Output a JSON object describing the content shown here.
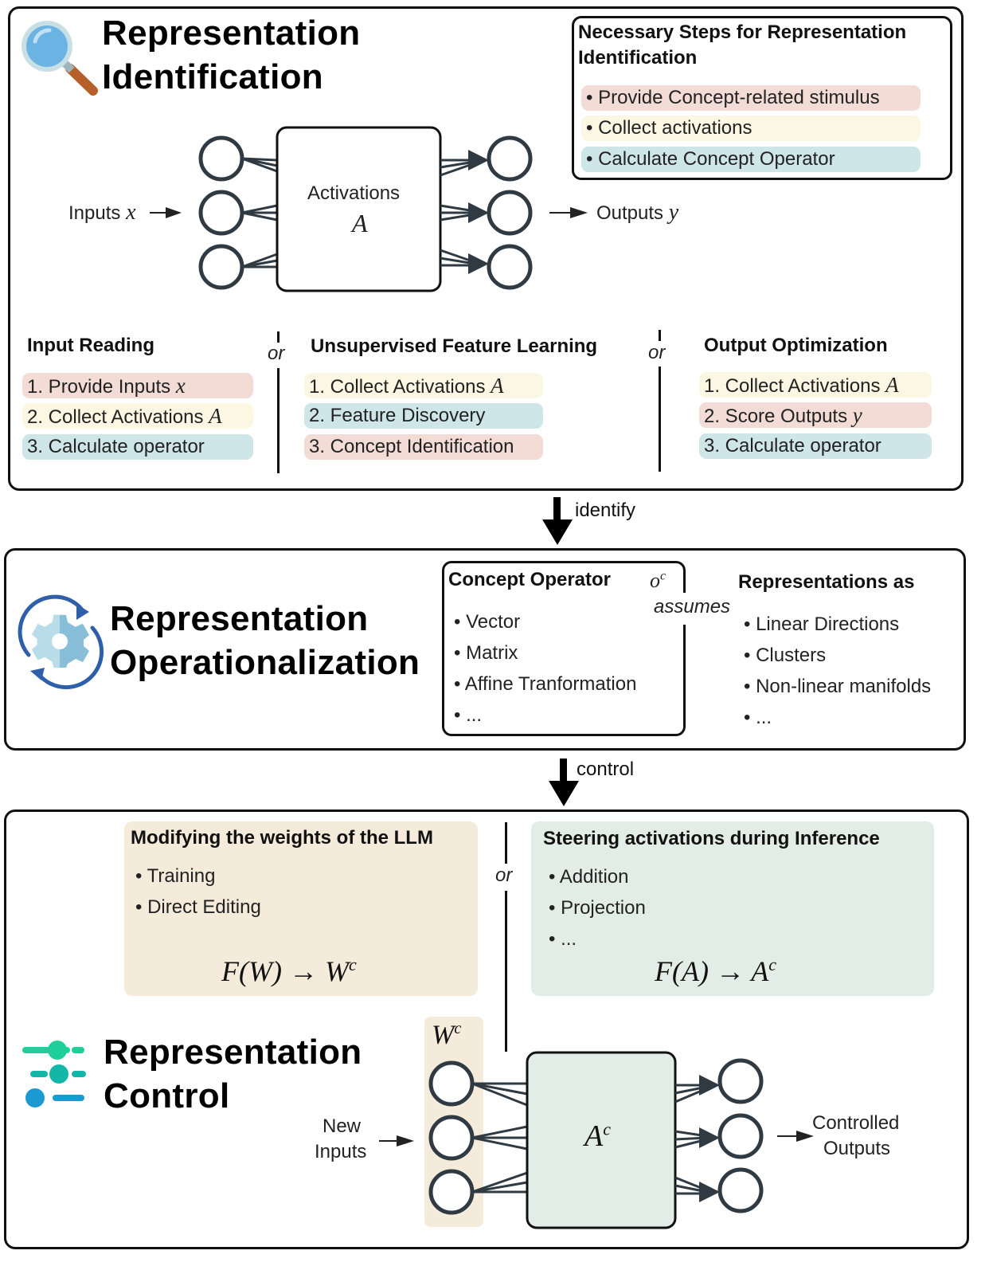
{
  "identification": {
    "title_line1": "Representation",
    "title_line2": "Identification",
    "icon": "magnifying-glass-icon",
    "network": {
      "inputs_label": "Inputs",
      "inputs_var": "x",
      "activations_label": "Activations",
      "activations_var": "A",
      "outputs_label": "Outputs",
      "outputs_var": "y"
    },
    "necessary_steps": {
      "title_line1": "Necessary Steps for Representation",
      "title_line2": "Identification",
      "items": [
        {
          "text": "• Provide Concept-related stimulus",
          "color": "#f4dcd6"
        },
        {
          "text": "• Collect activations",
          "color": "#fcf7e3"
        },
        {
          "text": "• Calculate Concept Operator",
          "color": "#cfe6e8"
        }
      ]
    },
    "methods": [
      {
        "title": "Input Reading",
        "steps": [
          {
            "text": "1. Provide Inputs ",
            "var": "x",
            "color": "#f4dcd6"
          },
          {
            "text": "2. Collect Activations ",
            "var": "A",
            "color": "#fcf7e3"
          },
          {
            "text": "3. Calculate operator",
            "var": "",
            "color": "#cfe6e8"
          }
        ]
      },
      {
        "title": "Unsupervised Feature Learning",
        "steps": [
          {
            "text": "1. Collect Activations ",
            "var": "A",
            "color": "#fcf7e3"
          },
          {
            "text": "2. Feature Discovery",
            "var": "",
            "color": "#cfe6e8"
          },
          {
            "text": "3. Concept Identification",
            "var": "",
            "color": "#f4dcd6"
          }
        ]
      },
      {
        "title": "Output Optimization",
        "steps": [
          {
            "text": "1. Collect Activations ",
            "var": "A",
            "color": "#fcf7e3"
          },
          {
            "text": "2. Score Outputs ",
            "var": "y",
            "color": "#f4dcd6"
          },
          {
            "text": "3. Calculate operator",
            "var": "",
            "color": "#cfe6e8"
          }
        ]
      }
    ],
    "or_label": "or"
  },
  "arrow_identify": "identify",
  "operationalization": {
    "title_line1": "Representation",
    "title_line2": "Operationalization",
    "icon": "gear-cycle-icon",
    "concept_operator": {
      "title": "Concept Operator",
      "symbol": "o",
      "symbol_sup": "c",
      "items": [
        "• Vector",
        "• Matrix",
        "• Affine Tranformation",
        "• ..."
      ]
    },
    "assumes_label": "assumes",
    "representations": {
      "title": "Representations as",
      "items": [
        "• Linear Directions",
        "• Clusters",
        "• Non-linear manifolds",
        "• ..."
      ]
    }
  },
  "arrow_control": "control",
  "control": {
    "title_line1": "Representation",
    "title_line2": "Control",
    "icon": "sliders-icon",
    "weights_box": {
      "title": "Modifying the weights of the LLM",
      "items": [
        "• Training",
        "• Direct Editing"
      ],
      "formula": "F(W) → W",
      "formula_sup": "c",
      "color": "#f5ebdb"
    },
    "or_label": "or",
    "steering_box": {
      "title": "Steering activations during Inference",
      "items": [
        "• Addition",
        "• Projection",
        "• ..."
      ],
      "formula": "F(A) → A",
      "formula_sup": "c",
      "color": "#e3ede8"
    },
    "network": {
      "weights_label": "W",
      "weights_sup": "c",
      "new_inputs_line1": "New",
      "new_inputs_line2": "Inputs",
      "activations_label": "A",
      "activations_sup": "c",
      "outputs_line1": "Controlled",
      "outputs_line2": "Outputs"
    }
  }
}
